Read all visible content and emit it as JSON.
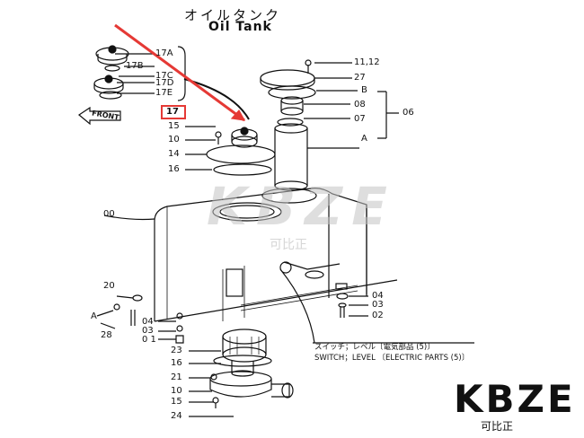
{
  "title": {
    "jp": "オイルタンク",
    "en": "Oil Tank"
  },
  "labels": {
    "l17a": "17A",
    "l17b": "17B",
    "l17c": "17C",
    "l17d": "17D",
    "l17e": "17E",
    "l17": "17",
    "l15a": "15",
    "l10a": "10",
    "l14": "14",
    "l16a": "16",
    "l00": "00",
    "l1112": "11,12",
    "l27": "27",
    "lB": "B",
    "l08": "08",
    "l07": "07",
    "l06": "06",
    "lA1": "A",
    "l20": "20",
    "lA2": "A",
    "l28": "28",
    "l04a": "04",
    "l03a": "03",
    "l01": "0 1",
    "l23": "23",
    "l16b": "16",
    "l21": "21",
    "l10b": "10",
    "l15b": "15",
    "l24": "24",
    "l04b": "04",
    "l03b": "03",
    "l02": "02"
  },
  "front_label": "FRONT",
  "switch_note": {
    "jp": "スイッチ；レベル〔電気部品 (5)〕",
    "en": "SWITCH；LEVEL 〔ELECTRIC PARTS (5)〕"
  },
  "watermark": {
    "main": "KBZE",
    "sub": "可比正"
  },
  "logo": {
    "main": "KBZE",
    "sub": "可比正"
  },
  "colors": {
    "arrow": "#e53935",
    "highlight_box": "#e53935",
    "line": "#111111",
    "watermark": "#c4c4c4"
  }
}
